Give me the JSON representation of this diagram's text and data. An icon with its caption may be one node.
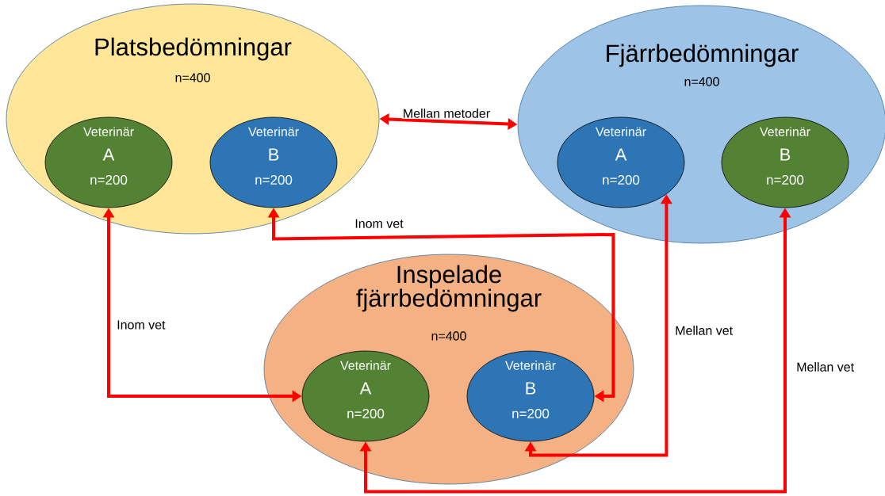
{
  "diagram": {
    "nodes": [
      {
        "text": [
          "Platsbedömningar",
          "n=400"
        ]
      },
      {
        "text": [
          "Veterinär",
          "A",
          "n=200"
        ],
        "in": 0
      },
      {
        "text": [
          "Veterinär",
          "B",
          "n=200"
        ],
        "in": 0
      },
      {
        "text": [
          "Fjärrbedömningar",
          "n=400"
        ]
      },
      {
        "text": [
          "Veterinär",
          "A",
          "n=200"
        ],
        "in": 3
      },
      {
        "text": [
          "Veterinär",
          "B",
          "n=200"
        ],
        "in": 3
      },
      {
        "text": [
          "Inspelade fjärrbedömningar",
          "n=400"
        ]
      },
      {
        "text": [
          "Veterinär",
          "A",
          "n=200"
        ],
        "in": 6
      },
      {
        "text": [
          "Veterinär",
          "B",
          "n=200"
        ],
        "in": 6
      }
    ],
    "edges": [
      {
        "from": 0,
        "to": 3,
        "arrow": "both",
        "label": "Mellan metoder"
      },
      {
        "from": 1,
        "to": 7,
        "arrow": "both",
        "label": "Inom vet"
      },
      {
        "from": 2,
        "to": 8,
        "arrow": "both",
        "label": "Inom vet"
      },
      {
        "from": 4,
        "to": 8,
        "arrow": "both",
        "label": "Mellan vet"
      },
      {
        "from": 5,
        "to": 7,
        "arrow": "both",
        "label": "Mellan vet"
      }
    ]
  }
}
